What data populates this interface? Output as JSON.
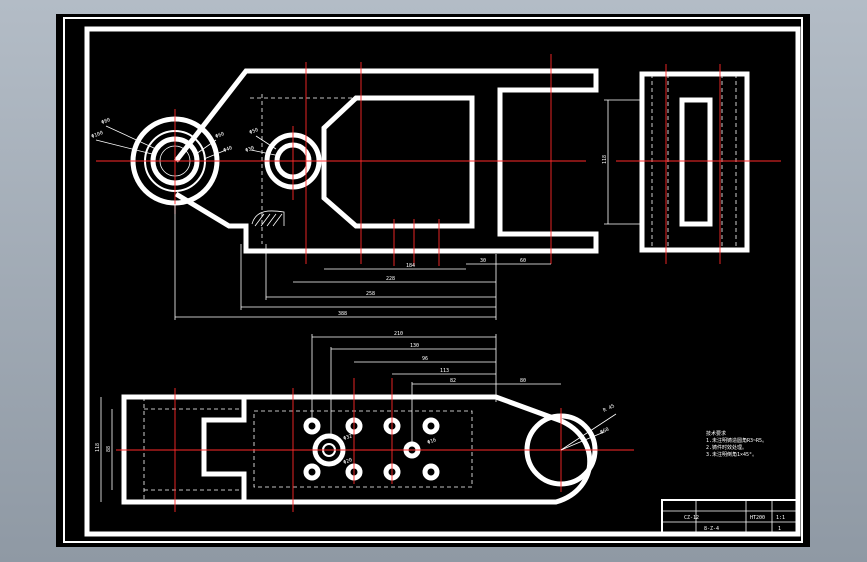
{
  "drawing": {
    "view_front_labels": {
      "diam_outer": "Φ80",
      "diam_mid": "Φ100",
      "diam_bore": "Φ60",
      "diam_hub": "Φ40",
      "diam_small": "Φ30",
      "diam_boss": "Φ50",
      "dim_184": "184",
      "dim_228": "228",
      "dim_258": "258",
      "dim_388": "388",
      "dim_30": "30",
      "dim_60": "60",
      "dim_118": "118"
    },
    "view_top_labels": {
      "dim_210": "210",
      "dim_130": "130",
      "dim_96": "96",
      "dim_113": "113",
      "dim_82": "82",
      "dim_80": "80",
      "dim_r": "R 45",
      "diam_hole": "Φ60",
      "diam_16": "Φ16",
      "diam_32": "Φ32",
      "diam_20": "Φ20",
      "dim_118b": "118",
      "dim_88": "88"
    },
    "notes": {
      "title": "技术要求",
      "line1": "1.未注明铸造圆角R3~R5。",
      "line2": "2.铸件时效处理。",
      "line3": "3.未注明倒角1×45°。"
    },
    "title_block": {
      "part_code": "CZ-12",
      "material": "HT200",
      "ratio": "1:1",
      "name": "8-Z-4",
      "sheet": "1"
    }
  }
}
